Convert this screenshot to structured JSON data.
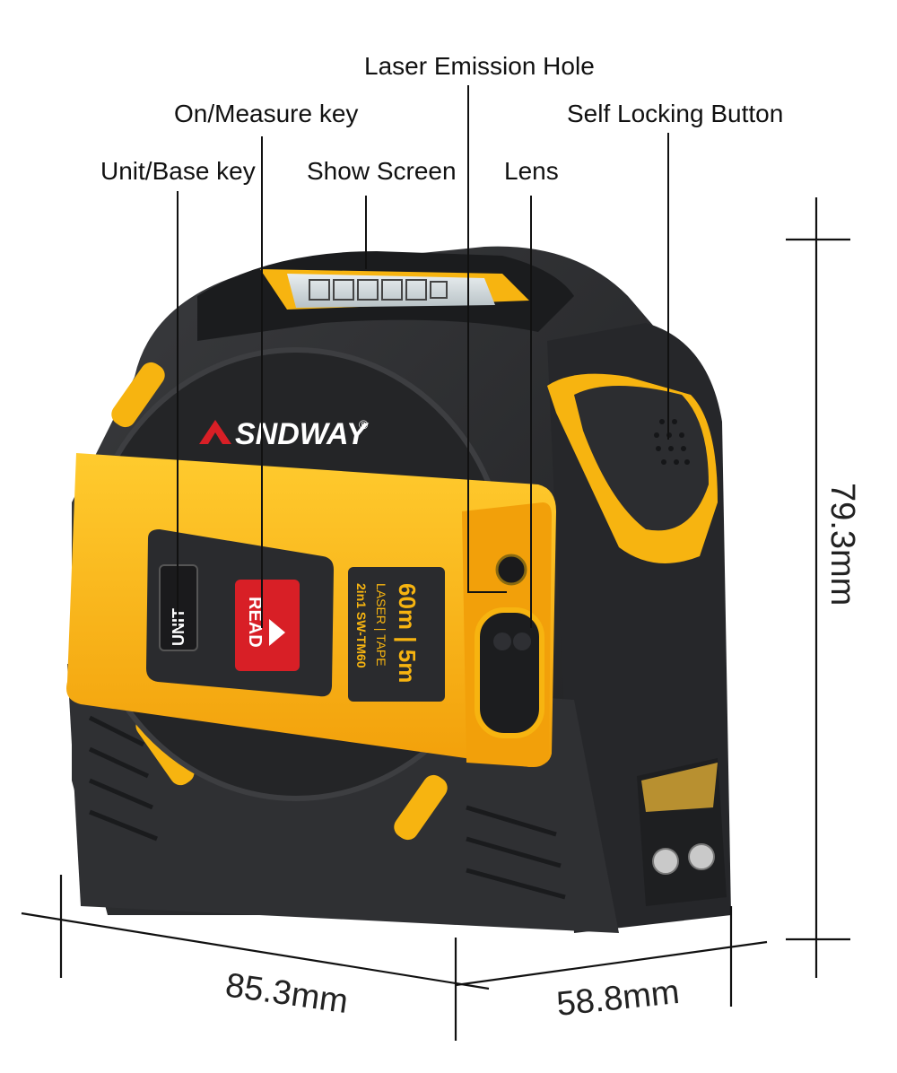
{
  "callouts": {
    "laser_emission_hole": "Laser Emission Hole",
    "on_measure_key": "On/Measure key",
    "self_locking_button": "Self Locking Button",
    "unit_base_key": "Unit/Base key",
    "show_screen": "Show Screen",
    "lens": "Lens"
  },
  "dimensions": {
    "height": "79.3mm",
    "width": "85.3mm",
    "depth": "58.8mm"
  },
  "device": {
    "brand": "SNDWAY",
    "registered_mark": "®",
    "unit_key": "UNIT",
    "read_key": "READ",
    "spec_top": "60m | 5m",
    "spec_line2": "LASER | TAPE",
    "spec_line3": "2in1 SW-TM60"
  },
  "colors": {
    "body": "#2b2c2e",
    "accent": "#f7b410",
    "button_red": "#d81f26"
  },
  "icons": {
    "brand_logo": "triangle-logo-icon",
    "read_arrow": "arrow-up-icon",
    "lock_grip": "dot-grid-icon"
  }
}
